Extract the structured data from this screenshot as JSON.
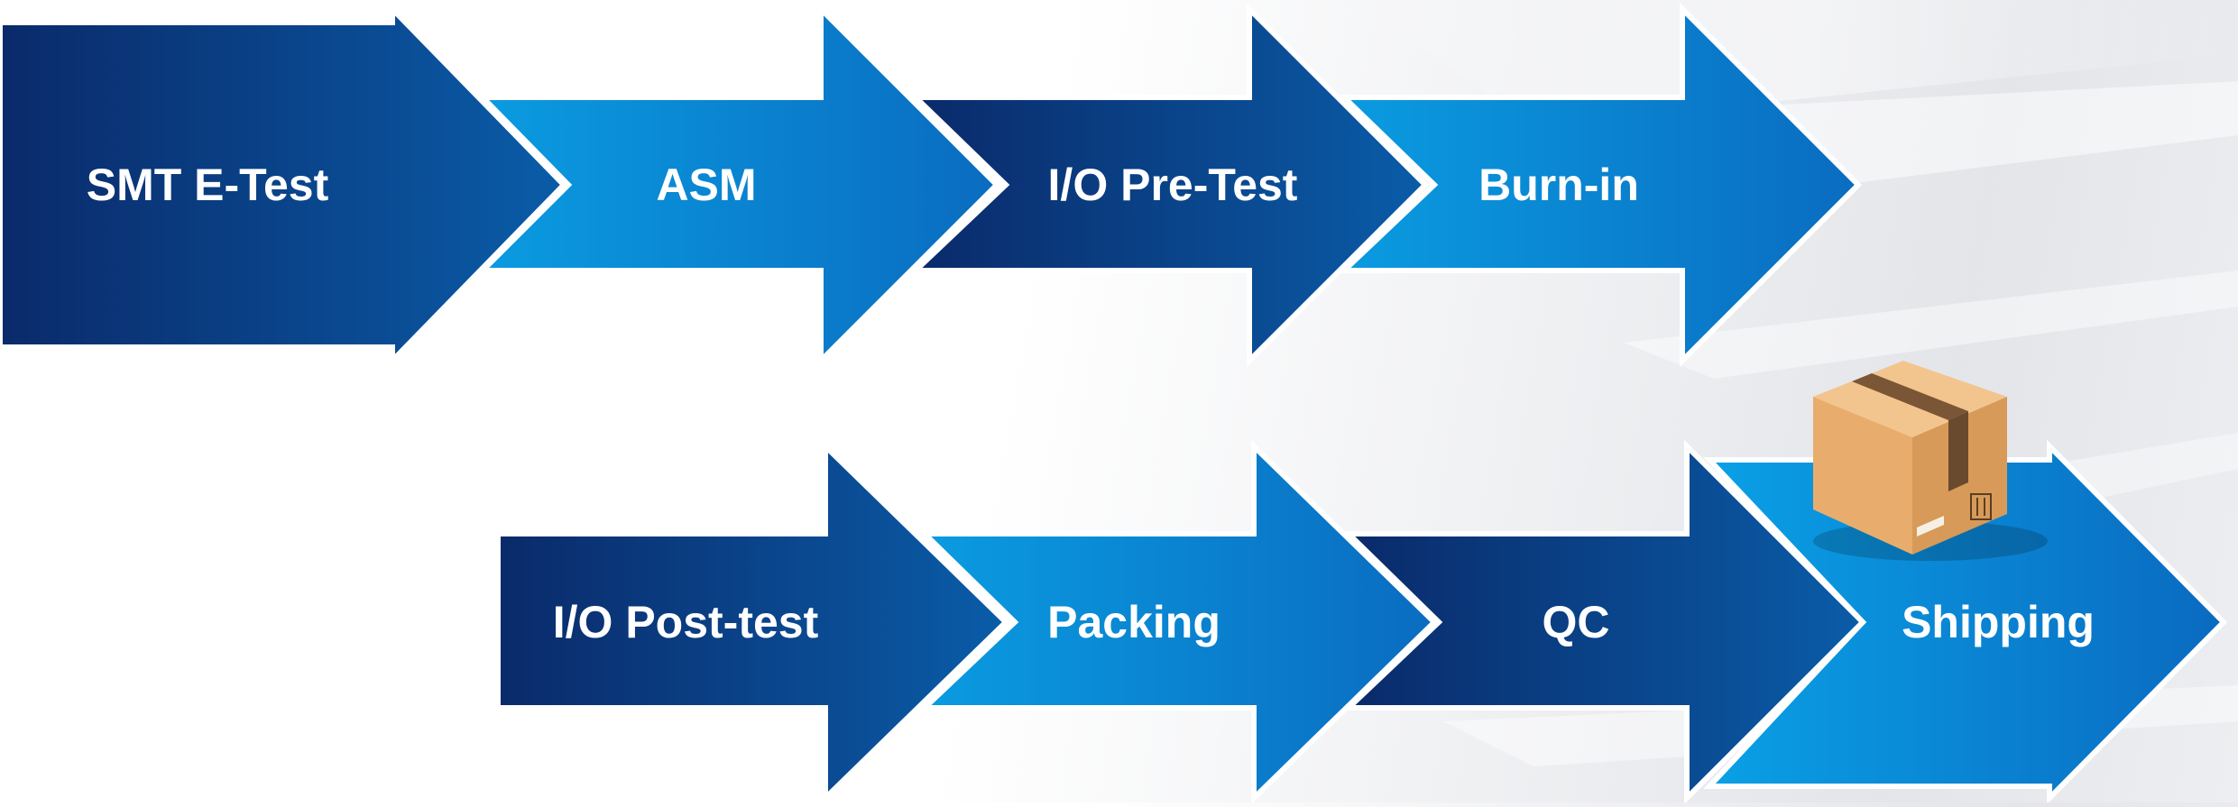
{
  "flow": {
    "steps": [
      {
        "label": "SMT E-Test"
      },
      {
        "label": "ASM"
      },
      {
        "label": "I/O Pre-Test"
      },
      {
        "label": "Burn-in"
      },
      {
        "label": "I/O Post-test"
      },
      {
        "label": "Packing"
      },
      {
        "label": "QC"
      },
      {
        "label": "Shipping"
      }
    ]
  },
  "colors": {
    "dark_blue_start": "#0a2a6a",
    "dark_blue_end": "#0a5ca8",
    "light_blue_start": "#0a9be0",
    "light_blue_end": "#0a6cc0",
    "arrow_outline": "#ffffff",
    "box_tan": "#e8ad6c",
    "box_tape": "#7a5636"
  },
  "icons": {
    "shipping": "cardboard-box-icon"
  }
}
